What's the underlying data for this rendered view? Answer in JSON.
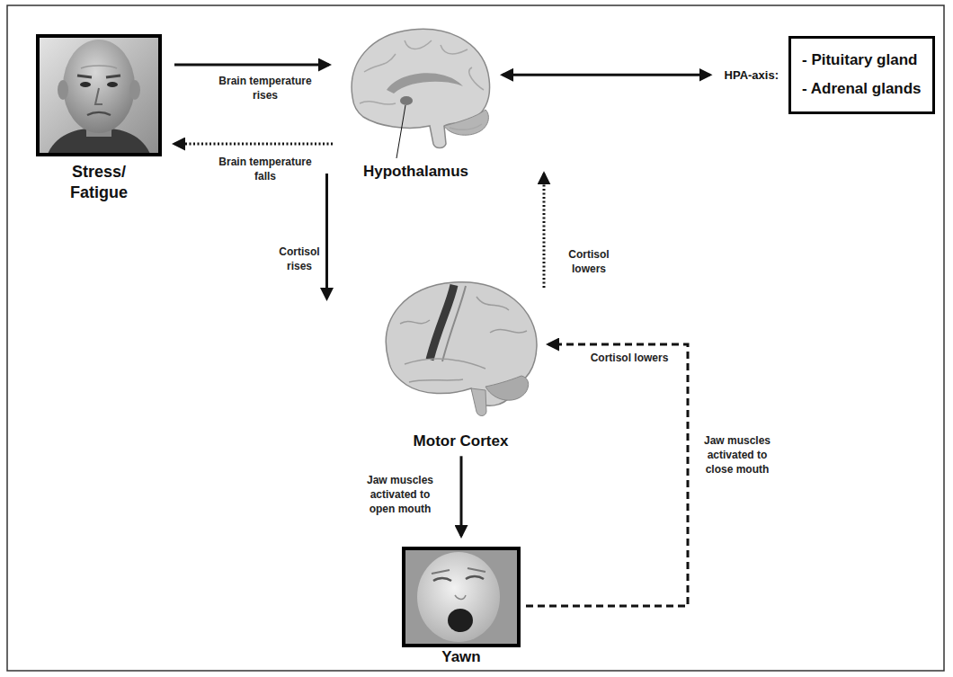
{
  "diagram": {
    "nodes": [
      {
        "text": [
          "Stress/ Fatigue"
        ]
      },
      {
        "text": [
          "Hypothalamus"
        ]
      },
      {
        "text": [
          "HPA-axis:",
          "- Pituitary gland",
          "- Adrenal glands"
        ]
      },
      {
        "text": [
          "Motor Cortex"
        ]
      },
      {
        "text": [
          "Yawn"
        ]
      }
    ],
    "edges": [
      {
        "from": 0,
        "to": 1,
        "arrow": "to",
        "label": "Brain temperature rises"
      },
      {
        "from": 1,
        "to": 0,
        "arrow": "to",
        "label": "Brain temperature falls"
      },
      {
        "from": 1,
        "to": 2,
        "arrow": "both"
      },
      {
        "from": 1,
        "to": 3,
        "arrow": "to",
        "label": "Cortisol rises"
      },
      {
        "from": 3,
        "to": 1,
        "arrow": "to",
        "label": "Cortisol lowers"
      },
      {
        "from": 3,
        "to": 4,
        "arrow": "to",
        "label": "Jaw muscles activated to open mouth"
      },
      {
        "from": 4,
        "to": 3,
        "arrow": "to",
        "label": "Jaw muscles activated to close mouth"
      }
    ],
    "labels": [
      "Cortisol lowers"
    ]
  }
}
